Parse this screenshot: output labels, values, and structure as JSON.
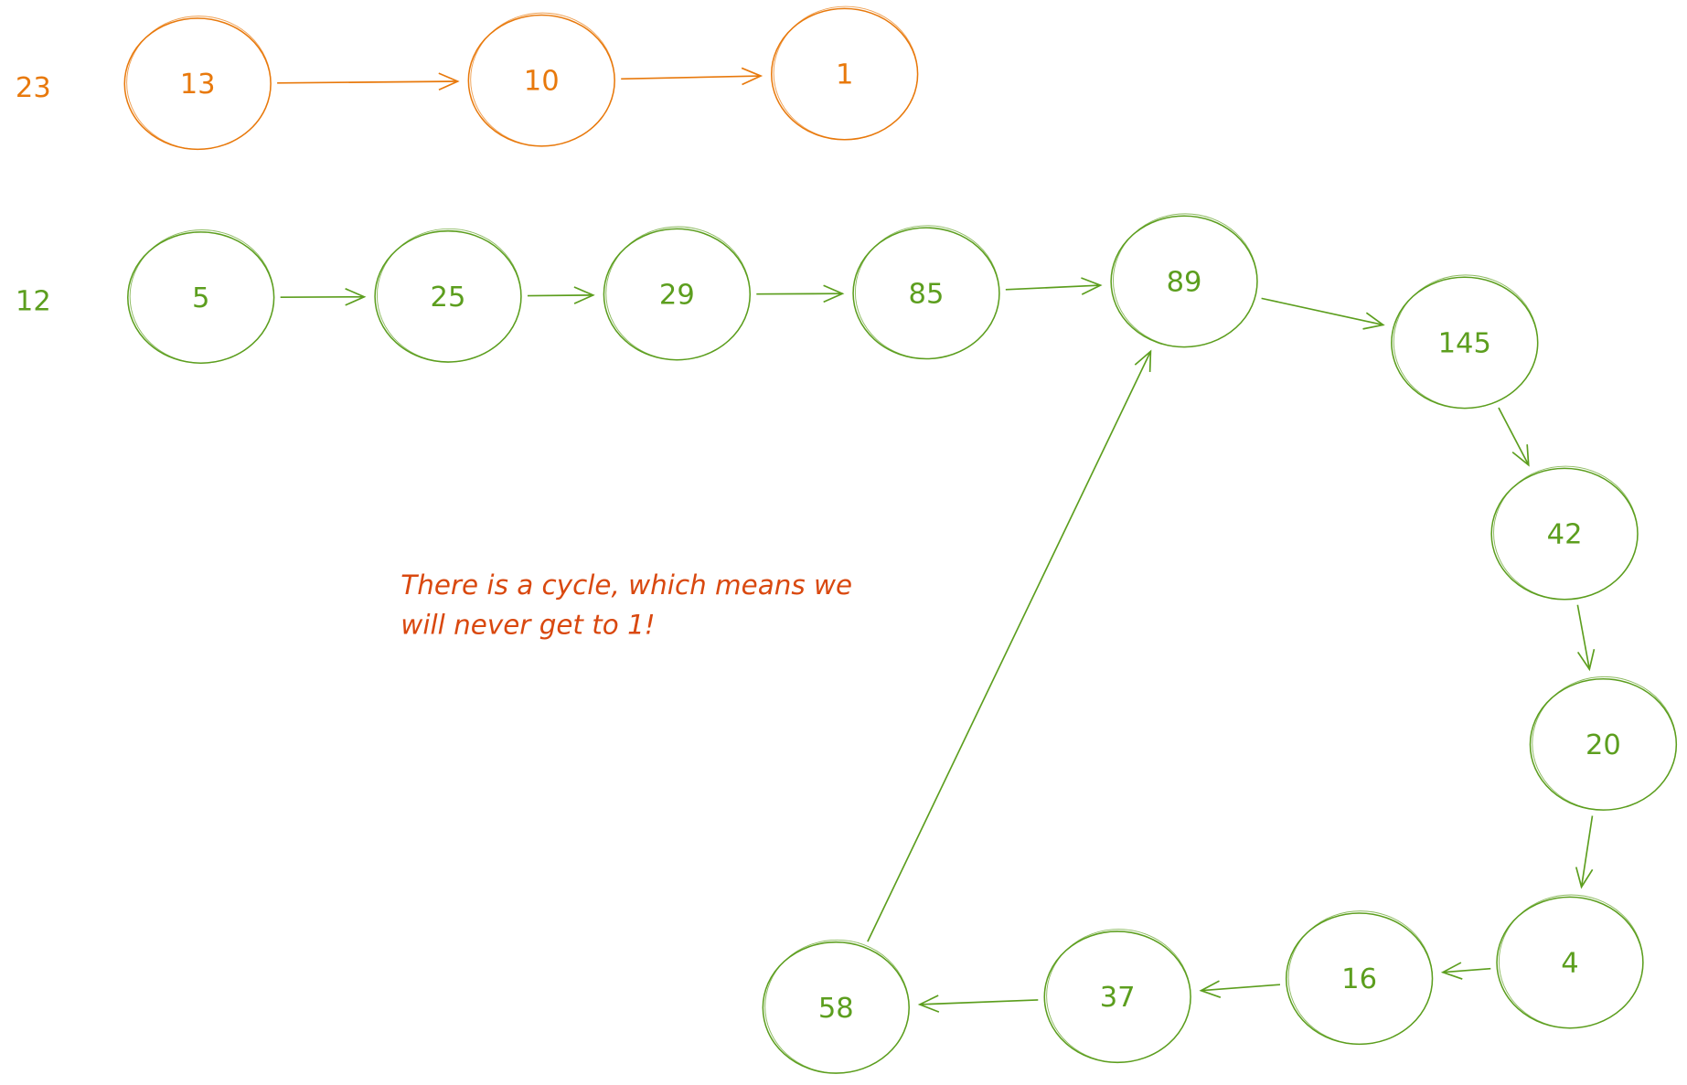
{
  "colors": {
    "orange": "#e8790c",
    "green": "#5c9e1e",
    "note": "#d9480f"
  },
  "sequences": [
    {
      "start": "23",
      "color": "orange",
      "nodes": [
        "13",
        "10",
        "1"
      ]
    },
    {
      "start": "12",
      "color": "green",
      "nodes": [
        "5",
        "25",
        "29",
        "85",
        "89",
        "145",
        "42",
        "20",
        "4",
        "16",
        "37",
        "58"
      ],
      "cycle_back_to": "89"
    }
  ],
  "note": {
    "line1": "There is a cycle, which means we",
    "line2": "will never get to 1!"
  }
}
